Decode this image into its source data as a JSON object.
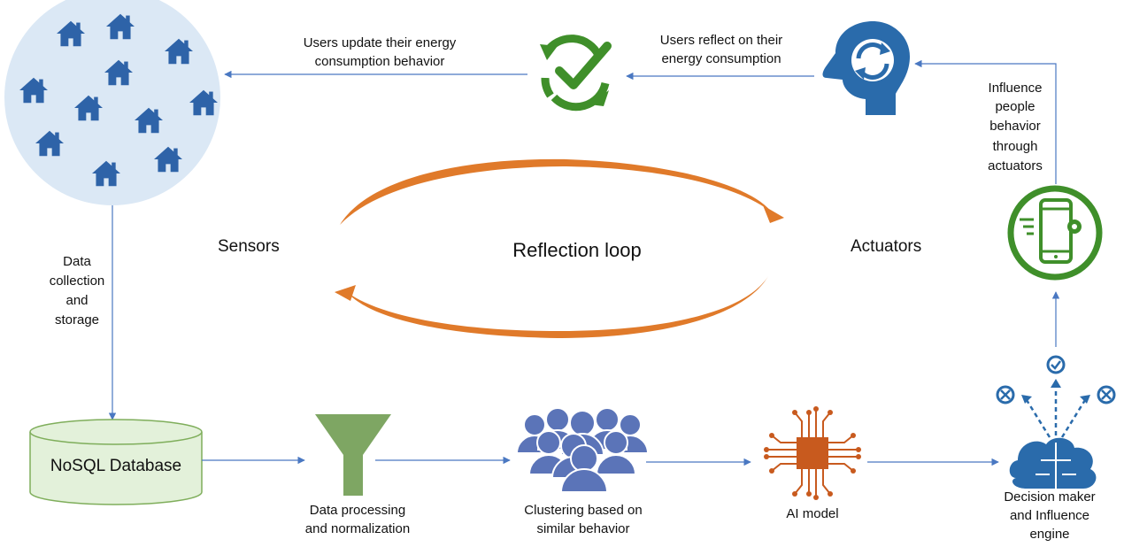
{
  "nodes": {
    "households": {
      "icon": "houses-cluster-icon"
    },
    "reflect_check": {
      "icon": "refresh-check-icon",
      "color": "#3f8f2a"
    },
    "head_reflect": {
      "icon": "head-refresh-icon",
      "color": "#2a6bab"
    },
    "smartphone": {
      "icon": "smartphone-settings-icon",
      "color": "#3f8f2a"
    },
    "database": {
      "label": "NoSQL Database",
      "icon": "database-cylinder-icon",
      "fill": "#e3f1da",
      "stroke": "#7fae5b"
    },
    "funnel": {
      "icon": "funnel-icon",
      "color": "#7ea663"
    },
    "people": {
      "icon": "people-group-icon",
      "color": "#5b74b8"
    },
    "ai_chip": {
      "icon": "ai-chip-icon",
      "color": "#c85a1e"
    },
    "decision": {
      "icon": "brain-decision-icon",
      "color": "#2a6bab"
    }
  },
  "edge_labels": {
    "users_update_1": "Users update their energy",
    "users_update_2": "consumption behavior",
    "users_reflect_1": "Users reflect on their",
    "users_reflect_2": "energy consumption",
    "influence_1": "Influence",
    "influence_2": "people",
    "influence_3": "behavior",
    "influence_4": "through",
    "influence_5": "actuators",
    "data_coll_1": "Data",
    "data_coll_2": "collection",
    "data_coll_3": "and",
    "data_coll_4": "storage"
  },
  "captions": {
    "processing_1": "Data processing",
    "processing_2": "and normalization",
    "clustering_1": "Clustering based on",
    "clustering_2": "similar behavior",
    "ai_model": "AI model",
    "decision_1": "Decision maker",
    "decision_2": "and Influence",
    "decision_3": "engine"
  },
  "loop": {
    "sensors": "Sensors",
    "reflection": "Reflection loop",
    "actuators": "Actuators",
    "arrow_color": "#e07a2a"
  },
  "colors": {
    "connector": "#4a78c2",
    "house_fill": "#2e63a8",
    "households_bg": "#dbe8f5"
  }
}
